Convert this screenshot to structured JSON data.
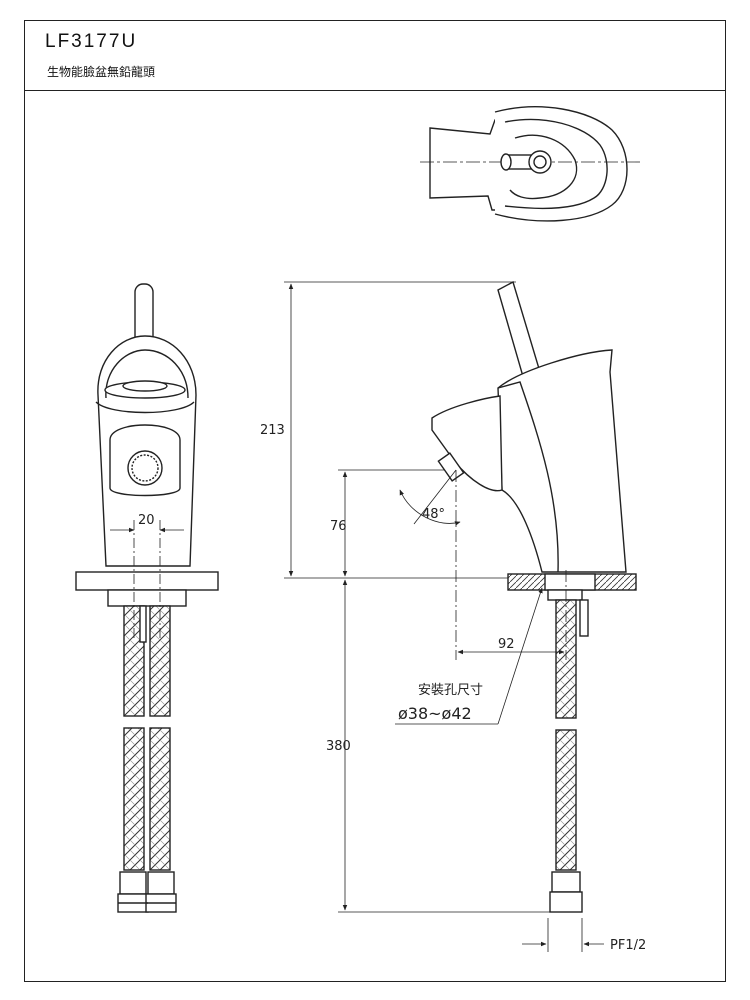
{
  "title_block": {
    "model": "LF3177U",
    "name": "生物能臉盆無鉛龍頭"
  },
  "dimensions": {
    "height_total": "213",
    "spout_height": "76",
    "handle_spacing": "20",
    "spout_reach": "92",
    "hose_length": "380",
    "spout_angle": "48°",
    "thread": "PF1/2"
  },
  "install_note": {
    "label": "安裝孔尺寸",
    "range": "ø38~ø42"
  }
}
